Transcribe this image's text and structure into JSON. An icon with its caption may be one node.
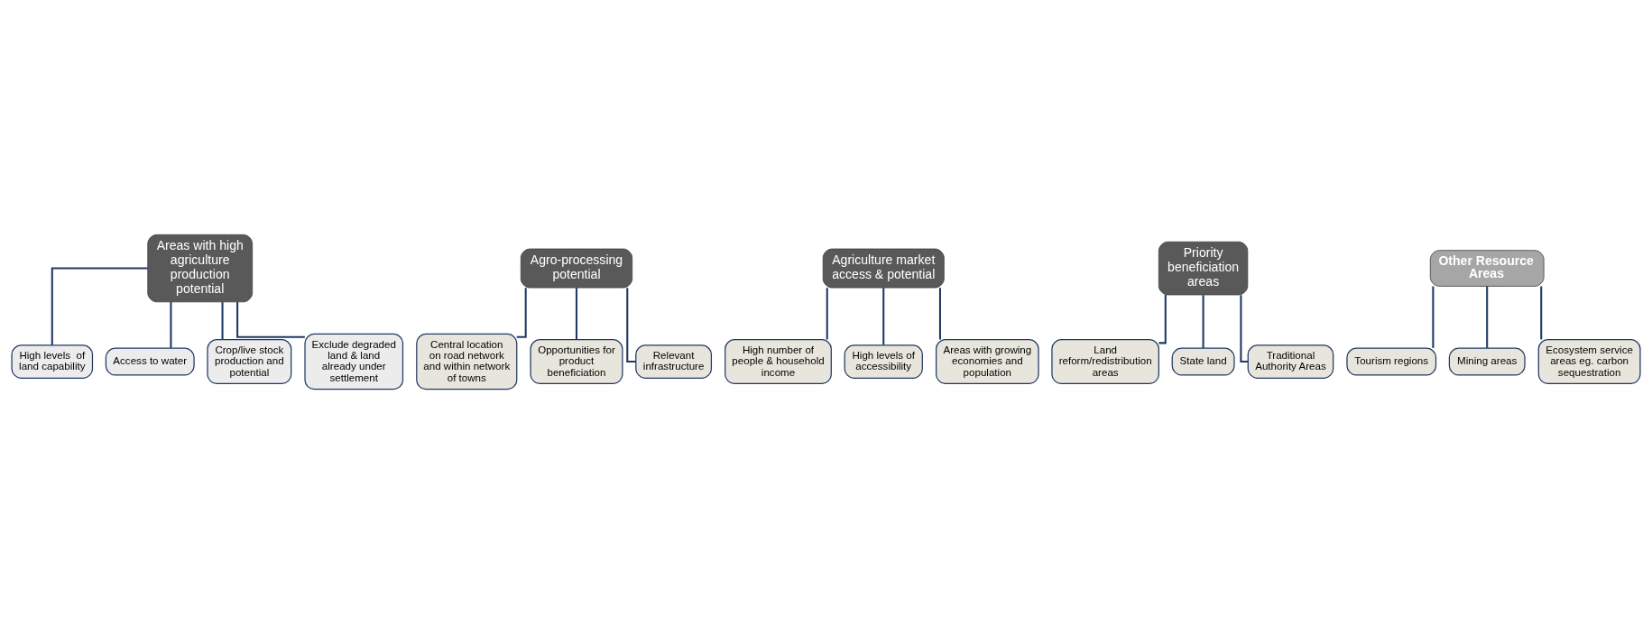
{
  "diagram": {
    "nodes": [
      {
        "text": [
          "Areas with high agriculture production potential"
        ]
      },
      {
        "text": [
          "High levels  of land capability"
        ]
      },
      {
        "text": [
          "Access to water"
        ]
      },
      {
        "text": [
          "Crop/live stock production and potential"
        ]
      },
      {
        "text": [
          "Exclude degraded land & land already under settlement"
        ]
      },
      {
        "text": [
          "Agro-processing potential"
        ]
      },
      {
        "text": [
          "Central location on road network and within network of towns"
        ]
      },
      {
        "text": [
          "Opportunities for product beneficiation"
        ]
      },
      {
        "text": [
          "Relevant infrastructure"
        ]
      },
      {
        "text": [
          "Agriculture market access & potential"
        ]
      },
      {
        "text": [
          "High number of people & household income"
        ]
      },
      {
        "text": [
          "High levels of accessibility"
        ]
      },
      {
        "text": [
          "Areas with growing economies and population"
        ]
      },
      {
        "text": [
          "Priority beneficiation areas"
        ]
      },
      {
        "text": [
          "Land reform/redistribution areas"
        ]
      },
      {
        "text": [
          "State land"
        ]
      },
      {
        "text": [
          "Traditional Authority Areas"
        ]
      },
      {
        "text": [
          "Other Resource Areas"
        ]
      },
      {
        "text": [
          "Tourism regions"
        ]
      },
      {
        "text": [
          "Mining areas"
        ]
      },
      {
        "text": [
          "Ecosystem service areas eg. carbon sequestration"
        ]
      }
    ],
    "edges": [
      {
        "from": 0,
        "to": 1,
        "arrow": "none"
      },
      {
        "from": 0,
        "to": 2,
        "arrow": "none"
      },
      {
        "from": 0,
        "to": 3,
        "arrow": "none"
      },
      {
        "from": 0,
        "to": 4,
        "arrow": "none"
      },
      {
        "from": 5,
        "to": 6,
        "arrow": "none"
      },
      {
        "from": 5,
        "to": 7,
        "arrow": "none"
      },
      {
        "from": 5,
        "to": 8,
        "arrow": "none"
      },
      {
        "from": 9,
        "to": 10,
        "arrow": "none"
      },
      {
        "from": 9,
        "to": 11,
        "arrow": "none"
      },
      {
        "from": 9,
        "to": 12,
        "arrow": "none"
      },
      {
        "from": 13,
        "to": 14,
        "arrow": "none"
      },
      {
        "from": 13,
        "to": 15,
        "arrow": "none"
      },
      {
        "from": 13,
        "to": 16,
        "arrow": "none"
      },
      {
        "from": 17,
        "to": 18,
        "arrow": "none"
      },
      {
        "from": 17,
        "to": 19,
        "arrow": "none"
      },
      {
        "from": 17,
        "to": 20,
        "arrow": "none"
      }
    ]
  }
}
